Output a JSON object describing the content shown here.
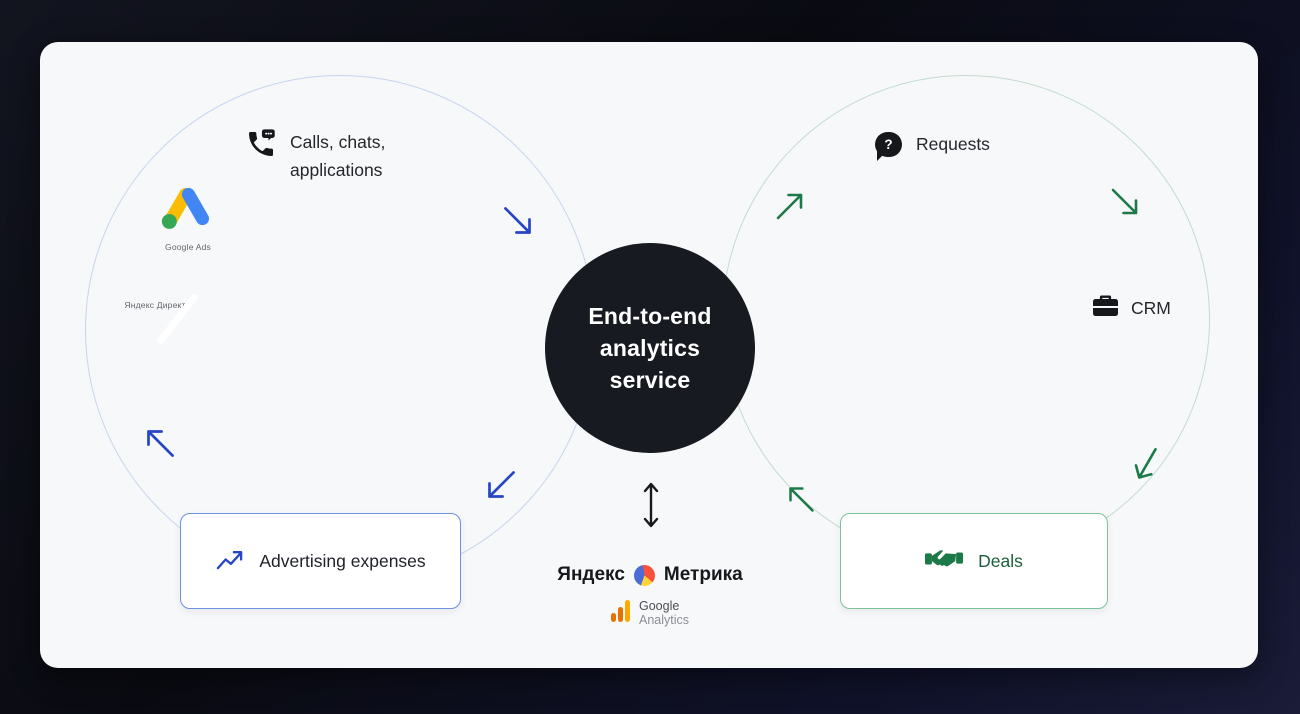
{
  "page": {
    "colors": {
      "background": "#0c0e1a",
      "card": "#f7f8fa",
      "center_circle": "#171a21",
      "blue_accent": "#2746c4",
      "green_accent": "#1b7a47",
      "left_circle_border": "#c6d5ef",
      "right_circle_border": "#c2dccd",
      "expenses_box_border": "#6d92e0",
      "deals_box_border": "#7cc39a"
    }
  },
  "center": {
    "line1": "End-to-end",
    "line2": "analytics",
    "line3": "service"
  },
  "left_group": {
    "calls_line1": "Calls, chats,",
    "calls_line2": "applications",
    "google_ads_label": "Google Ads",
    "yandex_direct_label": "Яндекс Директ",
    "expenses_label": "Advertising expenses"
  },
  "right_group": {
    "requests_label": "Requests",
    "question_mark": "?",
    "crm_label": "CRM",
    "deals_label": "Deals"
  },
  "analytics_tools": {
    "yandex_metrica_word1": "Яндекс",
    "yandex_metrica_word2": "Метрика",
    "google_analytics_word1": "Google",
    "google_analytics_word2": "Analytics"
  }
}
